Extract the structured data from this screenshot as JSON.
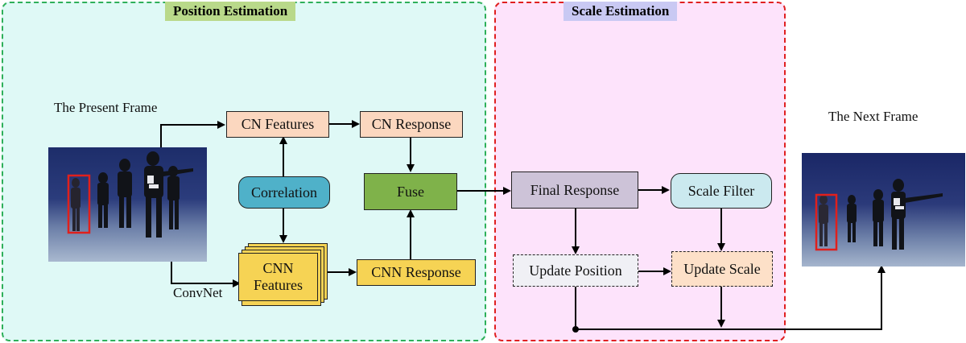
{
  "panels": {
    "position": {
      "title": "Position Estimation",
      "border": "#2eb05a",
      "fill": "#dff9f6",
      "title_bg": "#b9d98a"
    },
    "scale": {
      "title": "Scale Estimation",
      "border": "#e02020",
      "fill": "#fde3fb",
      "title_bg": "#c9c9f3"
    }
  },
  "labels": {
    "present_frame": "The Present Frame",
    "next_frame": "The Next Frame",
    "convnet": "ConvNet"
  },
  "nodes": {
    "cn_features": {
      "text": "CN Features",
      "fill": "#fbd7bf"
    },
    "cn_response": {
      "text": "CN Response",
      "fill": "#fbd7bf"
    },
    "correlation": {
      "text": "Correlation",
      "fill": "#4fb1c9"
    },
    "fuse": {
      "text": "Fuse",
      "fill": "#7fb24a"
    },
    "cnn_features": {
      "line1": "CNN",
      "line2": "Features",
      "fill": "#f6d354"
    },
    "cnn_response": {
      "text": "CNN Response",
      "fill": "#f6d354"
    },
    "final_response": {
      "text": "Final Response",
      "fill": "#cdc3d8"
    },
    "scale_filter": {
      "text": "Scale Filter",
      "fill": "#cbe9ef"
    },
    "update_position": {
      "text": "Update Position",
      "fill": "#f0f0f5"
    },
    "update_scale": {
      "text": "Update Scale",
      "fill": "#fde0c8"
    }
  },
  "icons": {
    "tracking_box": "red-bounding-box",
    "arrow": "arrow-head"
  },
  "colors": {
    "tracking_box": "#e0201c",
    "line": "#000000"
  }
}
